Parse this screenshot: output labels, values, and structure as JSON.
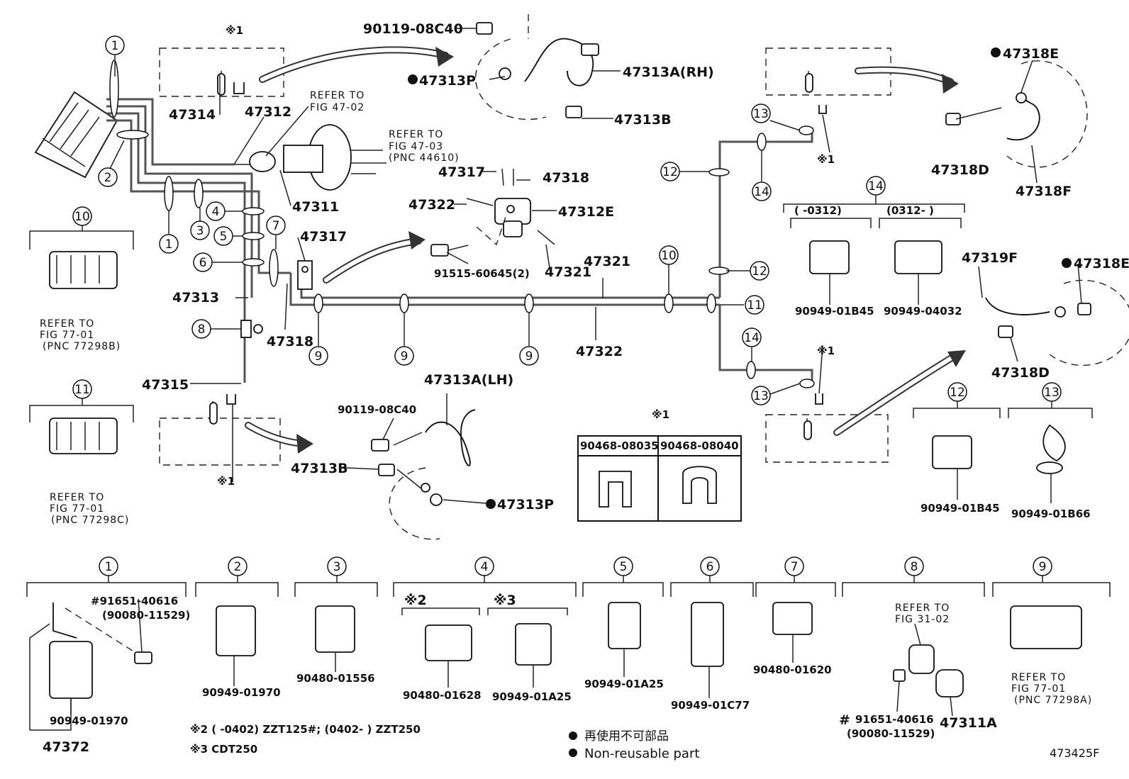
{
  "part_numbers": {
    "p90119_top": "90119-08C40",
    "p47313P_top": "47313P",
    "p47313A_rh": "47313A(RH)",
    "p47313B_top": "47313B",
    "p47314": "47314",
    "p47312": "47312",
    "p47311": "47311",
    "p47317_a": "47317",
    "p47318_a": "47318",
    "p47322_a": "47322",
    "p47312E": "47312E",
    "p47317_b": "47317",
    "p91515": "91515-60645(2)",
    "p47321_a": "47321",
    "p47321_b": "47321",
    "p47313": "47313",
    "p47318_b": "47318",
    "p47322_b": "47322",
    "p47315": "47315",
    "p47313A_lh": "47313A(LH)",
    "p90119_bot": "90119-08C40",
    "p47313B_bot": "47313B",
    "p47313P_bot": "47313P",
    "p47318E_top": "47318E",
    "p47318D_top": "47318D",
    "p47318F": "47318F",
    "p47319F": "47319F",
    "p47318E_mid": "47318E",
    "p47318D_mid": "47318D",
    "p90949_01B45_a": "90949-01B45",
    "p90949_04032": "90949-04032",
    "p90949_01B45_b": "90949-01B45",
    "p90949_01B66": "90949-01B66",
    "p90949_01970_a": "90949-01970",
    "p90949_01970_b": "90949-01970",
    "p91651_a": "#91651-40616",
    "p90080_a": "(90080-11529)",
    "p47372": "47372",
    "p90480_01556": "90480-01556",
    "p90480_01628": "90480-01628",
    "p90949_01A25_a": "90949-01A25",
    "p90949_01A25_b": "90949-01A25",
    "p90949_01C77": "90949-01C77",
    "p90480_01620": "90480-01620",
    "p91651_b": "91651-40616",
    "p90080_b": "(90080-11529)",
    "p47311A": "47311A",
    "hash": "#"
  },
  "refer": {
    "to": "REFER TO",
    "fig4702": "FIG 47-02",
    "fig4703": "FIG 47-03",
    "pnc44610": "(PNC 44610)",
    "fig7701": "FIG 77-01",
    "pnc77298B": "(PNC 77298B)",
    "pnc77298C": "(PNC 77298C)",
    "pnc77298A": "(PNC 77298A)",
    "fig3102": "FIG 31-02"
  },
  "callouts": {
    "c1": "1",
    "c2": "2",
    "c3": "3",
    "c4": "4",
    "c5": "5",
    "c6": "6",
    "c7": "7",
    "c8": "8",
    "c9": "9",
    "c10": "10",
    "c11": "11",
    "c12": "12",
    "c13": "13",
    "c14": "14"
  },
  "marks": {
    "note1": "※1",
    "note2": "※2",
    "note3": "※3",
    "range14_a": "(   -0312)",
    "range14_b": "(0312-    )"
  },
  "table": {
    "header": "※1",
    "col1": "90468-08035",
    "col2": "90468-08040"
  },
  "notes": {
    "n2": "※2 (     -0402) ZZT125#; (0402-      ) ZZT250",
    "n3": "※3  CDT250"
  },
  "legend": {
    "jp": "再使用不可部品",
    "en": "Non-reusable part"
  },
  "figure_id": "473425F"
}
